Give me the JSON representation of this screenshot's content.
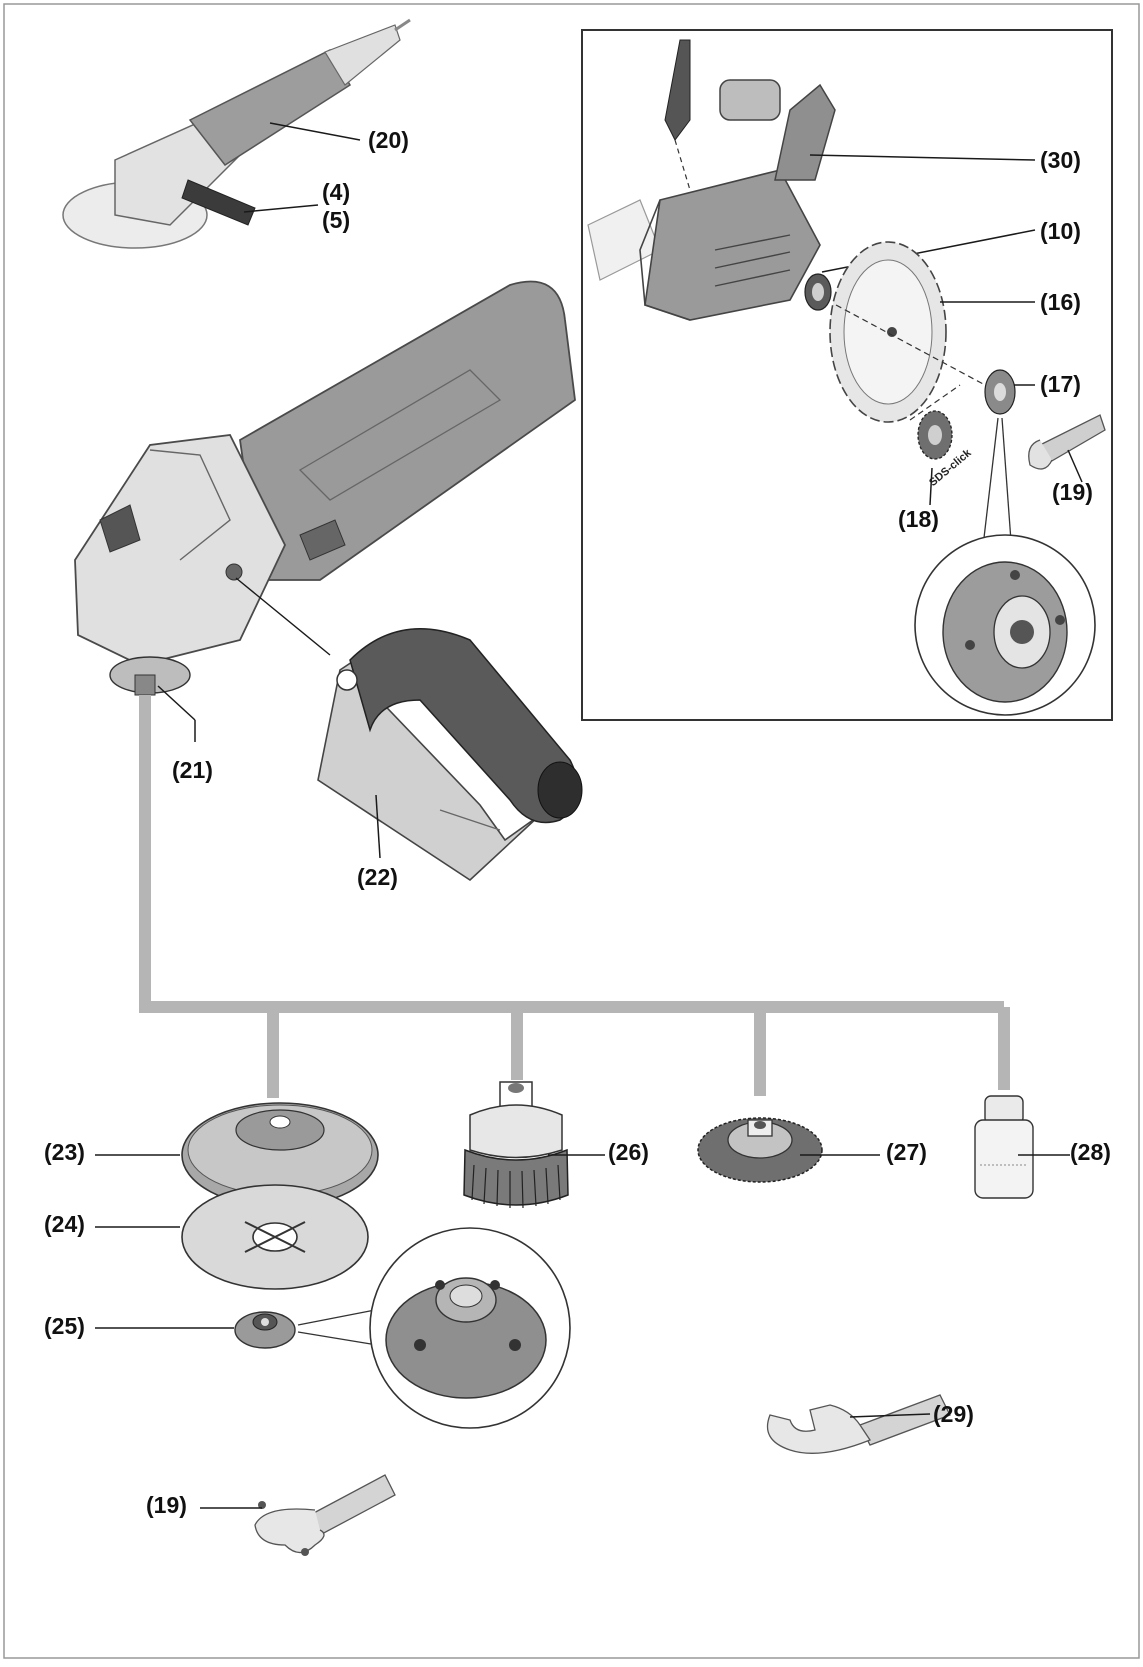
{
  "labels": {
    "c20": "(20)",
    "c4": "(4)",
    "c5": "(5)",
    "c30": "(30)",
    "c10": "(10)",
    "c16": "(16)",
    "c17": "(17)",
    "c18": "(18)",
    "c19_wrench_small": "(19)",
    "c21": "(21)",
    "c22": "(22)",
    "c23": "(23)",
    "c24": "(24)",
    "c25": "(25)",
    "c26": "(26)",
    "c27": "(27)",
    "c28": "(28)",
    "c29": "(29)",
    "c19_wrench_bottom": "(19)"
  },
  "flange_marking": "SDS-click",
  "colors": {
    "line": "#1a1a1a",
    "connector": "#b5b5b5",
    "tool_body": "#9a9a9a",
    "tool_light": "#d6d6d6",
    "grip": "#555555"
  }
}
